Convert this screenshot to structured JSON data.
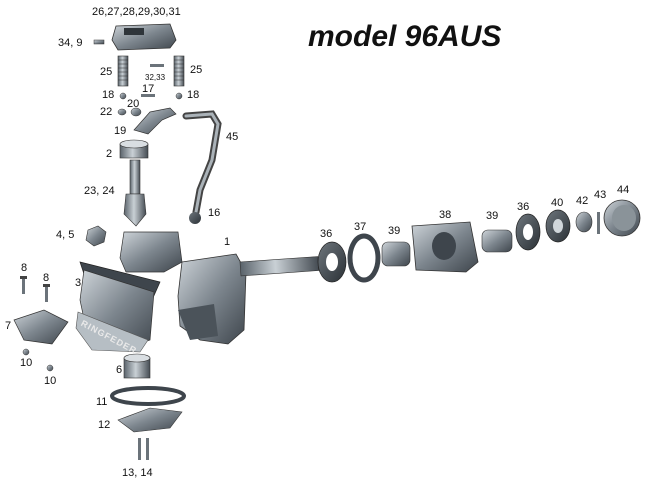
{
  "title": "model 96AUS",
  "brand_text": "RINGFEDER",
  "part_labels": {
    "p26_31": "26,27,28,29,30,31",
    "p34_9": "34,  9",
    "p25_left": "25",
    "p25_right": "25",
    "p32_33": "32,33",
    "p17": "17",
    "p18_left": "18",
    "p18_right": "18",
    "p22": "22",
    "p20": "20",
    "p19": "19",
    "p45": "45",
    "p2": "2",
    "p23_24": "23, 24",
    "p16": "16",
    "p4_5": "4,  5",
    "p1": "1",
    "p8_left": "8",
    "p8_right": "8",
    "p3": "3",
    "p7": "7",
    "p10_upper": "10",
    "p10_lower": "10",
    "p6": "6",
    "p11": "11",
    "p12": "12",
    "p13_14": "13, 14",
    "p36_left": "36",
    "p37": "37",
    "p39_left": "39",
    "p38": "38",
    "p39_right": "39",
    "p36_right": "36",
    "p40": "40",
    "p42": "42",
    "p43": "43",
    "p44": "44"
  }
}
